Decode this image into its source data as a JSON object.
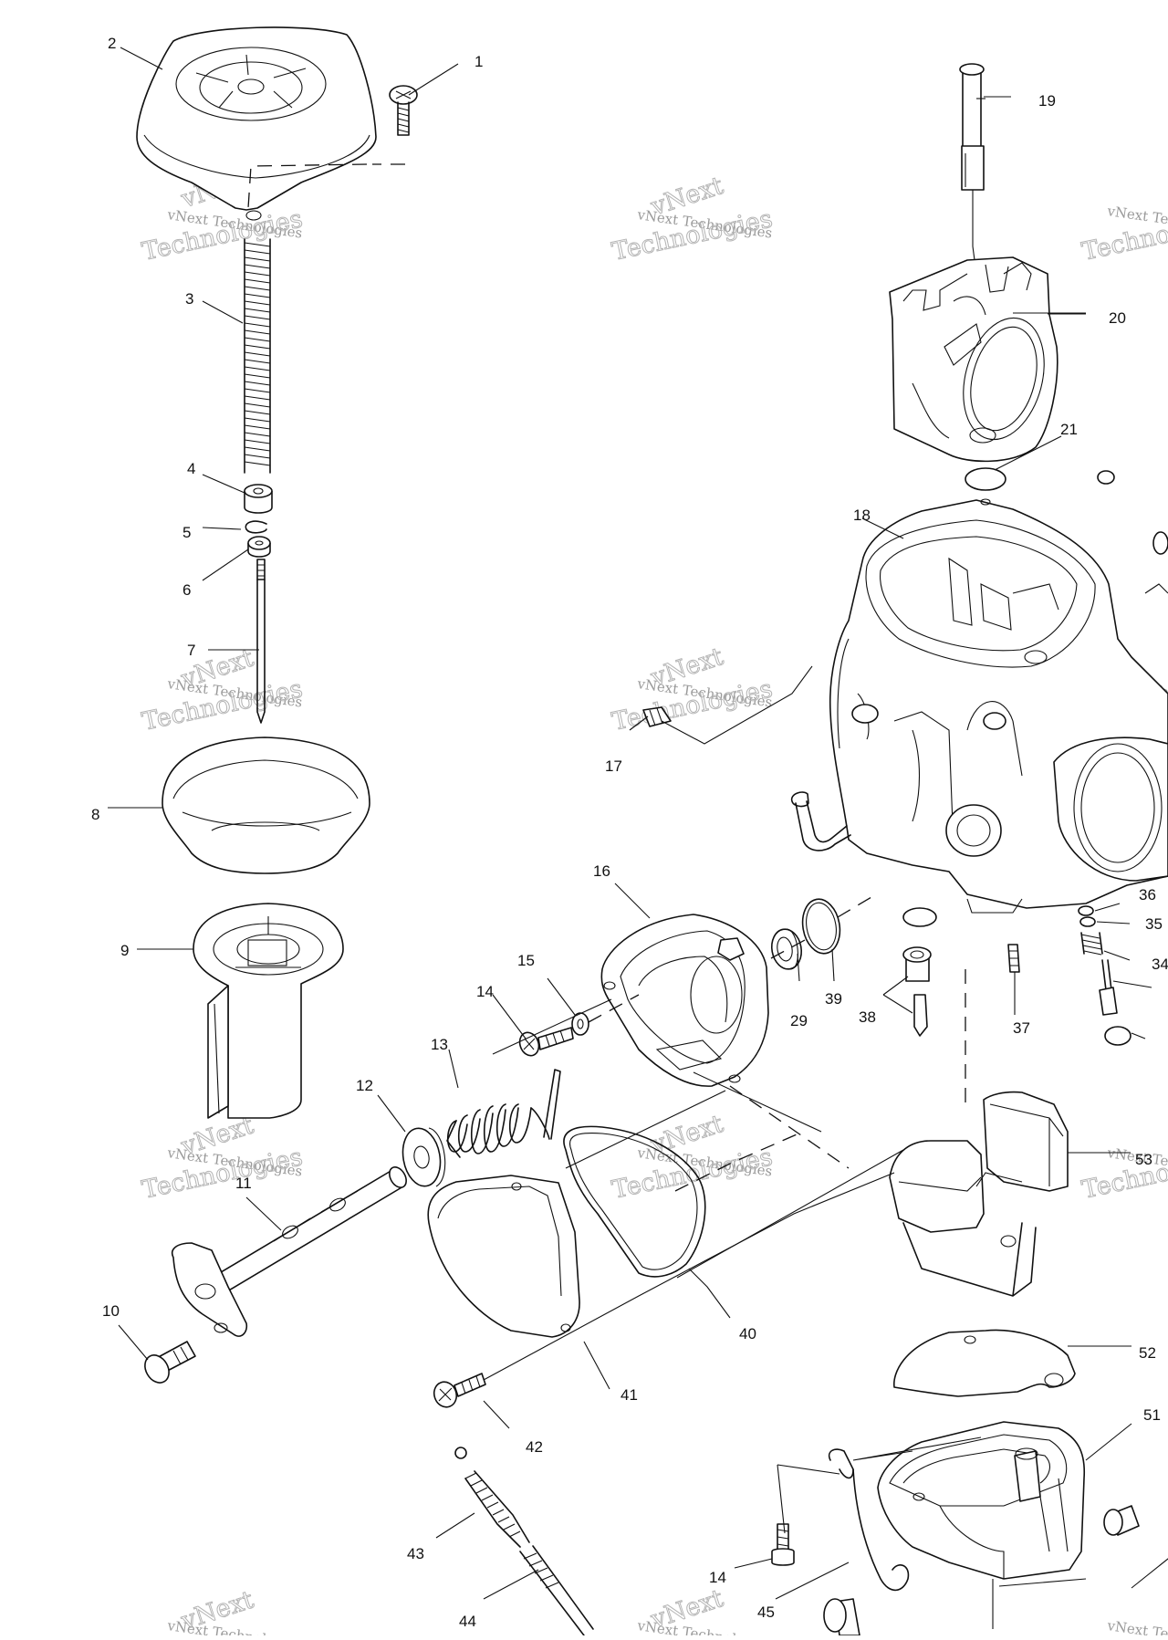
{
  "callouts": [
    "1",
    "2",
    "3",
    "4",
    "5",
    "6",
    "7",
    "8",
    "9",
    "10",
    "11",
    "12",
    "13",
    "14",
    "15",
    "16",
    "17",
    "18",
    "19",
    "20",
    "21",
    "29",
    "34",
    "35",
    "36",
    "37",
    "38",
    "39",
    "40",
    "41",
    "42",
    "43",
    "44",
    "45",
    "51",
    "52",
    "53"
  ],
  "callout_14_lower": "14",
  "watermark": {
    "small": "vNext Technologies",
    "big": "Technologies",
    "ghost": "vNext"
  }
}
